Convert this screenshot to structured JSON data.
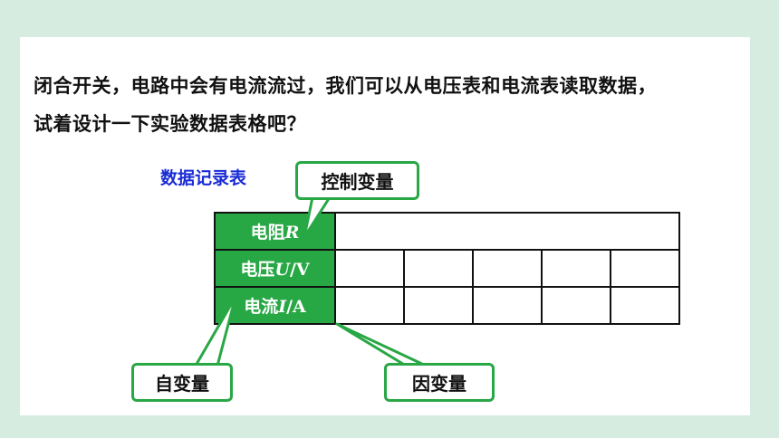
{
  "paragraph": {
    "line1": "闭合开关，电路中会有电流流过，我们可以从电压表和电流表读取数据，",
    "line2": "试着设计一下实验数据表格吧？"
  },
  "table_title": "数据记录表",
  "table": {
    "rows": [
      {
        "label": "电阻",
        "symbol": "R",
        "unit": ""
      },
      {
        "label": "电压",
        "symbol": "U",
        "unit": "/V"
      },
      {
        "label": "电流",
        "symbol": "I",
        "unit": "/A"
      }
    ]
  },
  "callouts": {
    "control": "控制变量",
    "independent": "自变量",
    "dependent": "因变量"
  },
  "colors": {
    "accent_green": "#28a745",
    "title_blue": "#1a2bd6",
    "background": "#d6ece1"
  }
}
